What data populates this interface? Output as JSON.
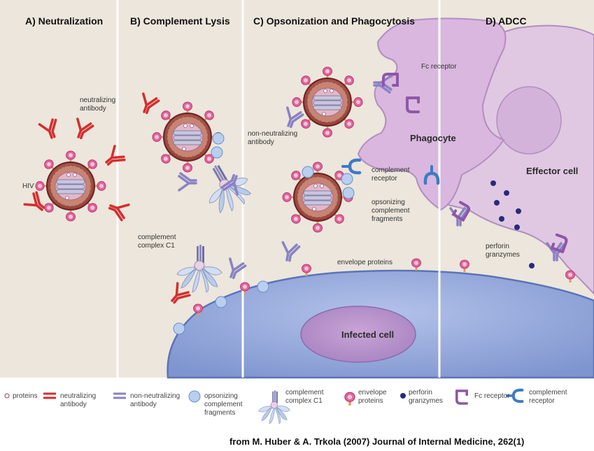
{
  "panels": {
    "a": "A) Neutralization",
    "b": "B) Complement Lysis",
    "c": "C) Opsonization and Phagocytosis",
    "d": "D) ADCC"
  },
  "labels": {
    "hiv": "HIV",
    "neutralizing_antibody": "neutralizing\nantibody",
    "complement_complex_c1": "complement\ncomplex C1",
    "fc_receptor": "Fc receptor",
    "non_neutralizing_antibody": "non-neutralizing\nantibody",
    "complement_receptor": "complement\nreceptor",
    "opsonizing_fragments": "opsonizing\ncomplement\nfragments",
    "envelope_proteins": "envelope proteins",
    "perforin_granzymes": "perforin\ngranzymes"
  },
  "cells": {
    "phagocyte": "Phagocyte",
    "effector": "Effector cell",
    "infected": "Infected cell"
  },
  "legend": {
    "proteins": "proteins",
    "neutralizing": "neutralizing\nantibody",
    "non_neutralizing": "non-neutralizing\nantibody",
    "opsonizing": "opsonizing\ncomplement\nfragments",
    "complex": "complement\ncomplex C1",
    "envelope": "envelope\nproteins",
    "perforin": "perforin\ngranzymes",
    "fc": "Fc receptor",
    "complement_receptor": "complement\nreceptor"
  },
  "citation": "from M. Huber & A. Trkola (2007) Journal of Internal Medicine, 262(1)",
  "colors": {
    "background": "#ece6dc",
    "divider": "#ffffff",
    "infected_cell": "#8ea2d6",
    "phagocyte": "#d9b7df",
    "effector_cell": "#e0c8e3",
    "neutralizing_antibody": "#d32f2f",
    "non_neutralizing_antibody": "#8a82c4",
    "envelope_protein": "#d94f8c",
    "complement_fragment": "#b8cff0",
    "perforin": "#2a2a7a",
    "virion": "#9c3a3a"
  }
}
